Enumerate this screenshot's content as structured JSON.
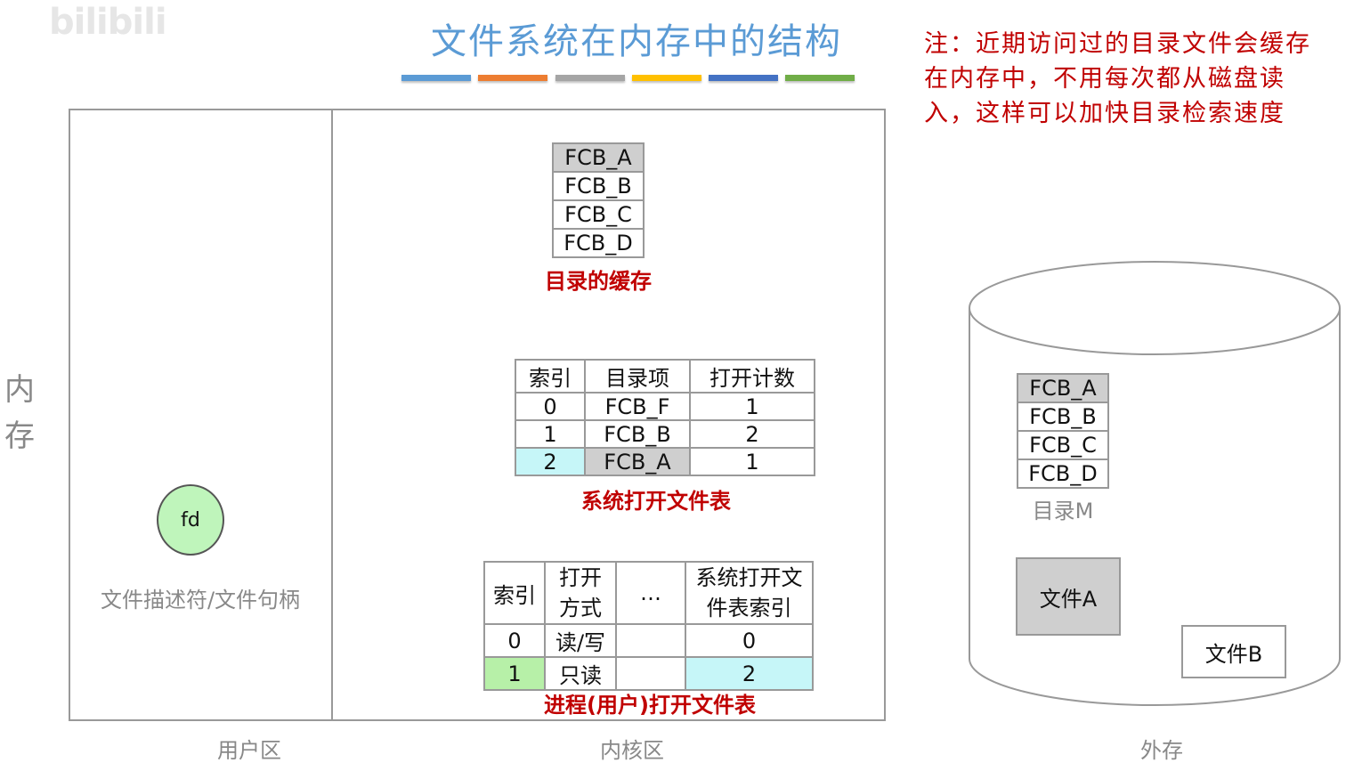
{
  "watermark": "bilibili",
  "title": "文件系统在内存中的结构",
  "color_bars": [
    "#5b9bd5",
    "#ed7d31",
    "#a5a5a5",
    "#ffc000",
    "#4472c4",
    "#70ad47"
  ],
  "note": "注：近期访问过的目录文件会缓存在内存中，不用每次都从磁盘读入，这样可以加快目录检索速度",
  "memory_label": "内存",
  "regions": {
    "user": "用户区",
    "kernel": "内核区",
    "external": "外存"
  },
  "dir_cache": {
    "items": [
      "FCB_A",
      "FCB_B",
      "FCB_C",
      "FCB_D"
    ],
    "caption": "目录的缓存"
  },
  "system_open_table": {
    "headers": [
      "索引",
      "目录项",
      "打开计数"
    ],
    "rows": [
      [
        "0",
        "FCB_F",
        "1"
      ],
      [
        "1",
        "FCB_B",
        "2"
      ],
      [
        "2",
        "FCB_A",
        "1"
      ]
    ],
    "caption": "系统打开文件表"
  },
  "process_open_table": {
    "headers": [
      "索引",
      "打开方式",
      "…",
      "系统打开文件表索引"
    ],
    "header_lines": {
      "open_mode": [
        "打开",
        "方式"
      ],
      "sys_index": [
        "系统打开文",
        "件表索引"
      ]
    },
    "rows": [
      [
        "0",
        "读/写",
        "",
        "0"
      ],
      [
        "1",
        "只读",
        "",
        "2"
      ]
    ],
    "caption": "进程(用户)打开文件表"
  },
  "fd": {
    "label": "fd",
    "caption": "文件描述符/文件句柄"
  },
  "disk": {
    "directory": {
      "items": [
        "FCB_A",
        "FCB_B",
        "FCB_C",
        "FCB_D"
      ],
      "caption": "目录M"
    },
    "file_a": "文件A",
    "file_b": "文件B"
  }
}
